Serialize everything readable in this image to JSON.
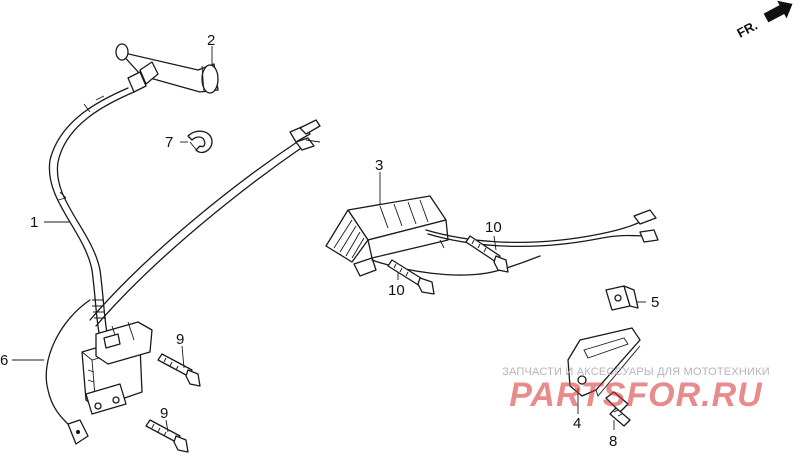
{
  "orientation": {
    "label": "FR.",
    "icon": "arrow-icon"
  },
  "callouts": [
    {
      "id": "1",
      "label": "1"
    },
    {
      "id": "2",
      "label": "2"
    },
    {
      "id": "3",
      "label": "3"
    },
    {
      "id": "4",
      "label": "4"
    },
    {
      "id": "5",
      "label": "5"
    },
    {
      "id": "6",
      "label": "6"
    },
    {
      "id": "7",
      "label": "7"
    },
    {
      "id": "8",
      "label": "8"
    },
    {
      "id": "9a",
      "label": "9"
    },
    {
      "id": "9b",
      "label": "9"
    },
    {
      "id": "10a",
      "label": "10"
    },
    {
      "id": "10b",
      "label": "10"
    }
  ],
  "watermark": {
    "tagline": "ЗАПЧАСТИ И АКСЕССУАРЫ ДЛЯ МОТОТЕХНИКИ",
    "brand": "PARTSFOR.RU"
  }
}
